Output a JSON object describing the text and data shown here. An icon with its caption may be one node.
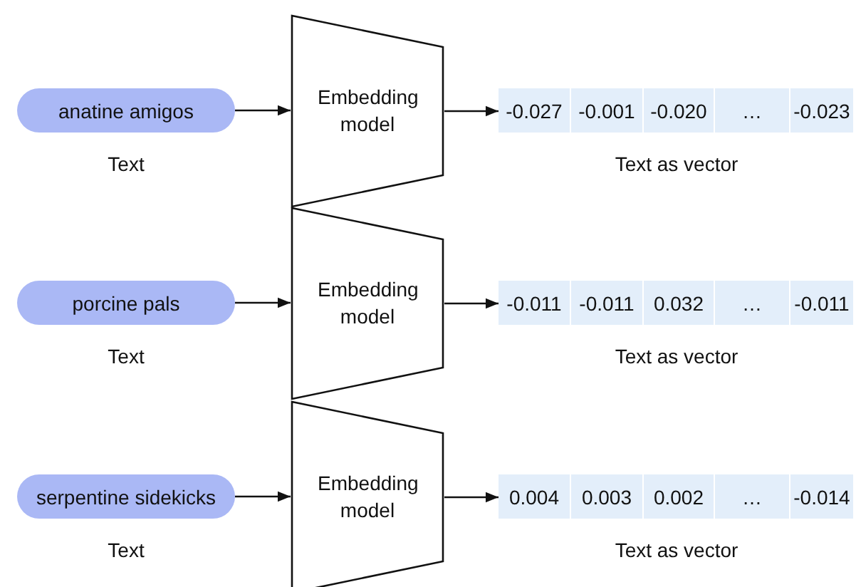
{
  "diagram": {
    "nodes": [
      {
        "text": [
          "anatine amigos"
        ],
        "beside": [
          "Text"
        ]
      },
      {
        "text": [
          "Embedding model"
        ]
      },
      {
        "text": [
          "-0.027"
        ]
      },
      {
        "text": [
          "-0.001"
        ]
      },
      {
        "text": [
          "-0.020"
        ]
      },
      {
        "text": [
          "…"
        ]
      },
      {
        "text": [
          "-0.023"
        ]
      },
      {
        "text": [
          "porcine pals"
        ],
        "beside": [
          "Text"
        ]
      },
      {
        "text": [
          "Embedding model"
        ]
      },
      {
        "text": [
          "-0.011"
        ]
      },
      {
        "text": [
          "-0.011"
        ]
      },
      {
        "text": [
          "0.032"
        ]
      },
      {
        "text": [
          "…"
        ]
      },
      {
        "text": [
          "-0.011"
        ]
      },
      {
        "text": [
          "serpentine sidekicks"
        ],
        "beside": [
          "Text"
        ]
      },
      {
        "text": [
          "Embedding model"
        ]
      },
      {
        "text": [
          "0.004"
        ]
      },
      {
        "text": [
          "0.003"
        ]
      },
      {
        "text": [
          "0.002"
        ]
      },
      {
        "text": [
          "…"
        ]
      },
      {
        "text": [
          "-0.014"
        ]
      }
    ],
    "edges": [
      {
        "from": 0,
        "to": 1,
        "arrow": "to"
      },
      {
        "from": 1,
        "to": 2,
        "arrow": "to"
      },
      {
        "from": 7,
        "to": 8,
        "arrow": "to"
      },
      {
        "from": 8,
        "to": 9,
        "arrow": "to"
      },
      {
        "from": 14,
        "to": 15,
        "arrow": "to"
      },
      {
        "from": 15,
        "to": 16,
        "arrow": "to"
      }
    ],
    "labels": [
      "Text as vector",
      "Text as vector",
      "Text as vector"
    ]
  }
}
